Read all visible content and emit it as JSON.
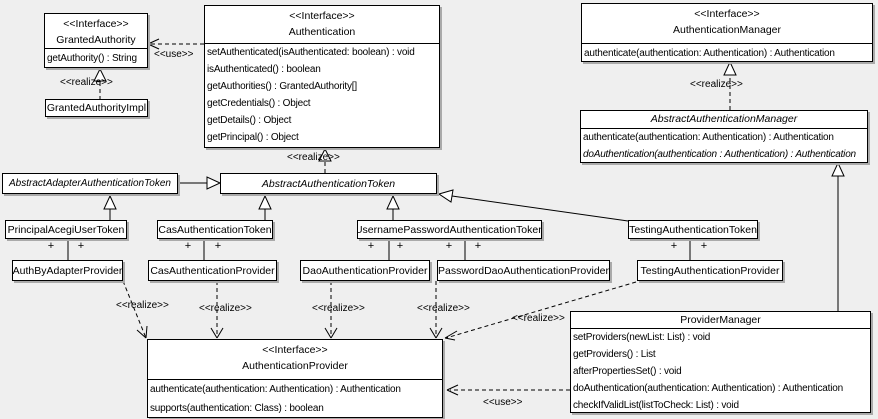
{
  "labels": {
    "realize": "<<realize>>",
    "use": "<<use>>",
    "plus": "+"
  },
  "classes": {
    "grantedAuthority": {
      "stereotype": "<<Interface>>",
      "name": "GrantedAuthority",
      "methods": [
        "getAuthority() : String"
      ]
    },
    "grantedAuthorityImpl": {
      "name": "GrantedAuthorityImpl"
    },
    "authentication": {
      "stereotype": "<<Interface>>",
      "name": "Authentication",
      "methods": [
        "setAuthenticated(isAuthenticated: boolean) : void",
        "isAuthenticated() : boolean",
        "getAuthorities() : GrantedAuthority[]",
        "getCredentials() : Object",
        "getDetails() : Object",
        "getPrincipal() : Object"
      ]
    },
    "authenticationManager": {
      "stereotype": "<<Interface>>",
      "name": "AuthenticationManager",
      "methods": [
        "authenticate(authentication: Authentication) : Authentication"
      ]
    },
    "abstractAuthenticationManager": {
      "name": "AbstractAuthenticationManager",
      "methods": [
        "authenticate(authentication: Authentication) : Authentication",
        "doAuthentication(authentication : Authentication) : Authentication"
      ]
    },
    "abstractAdapterAuthenticationToken": {
      "name": "AbstractAdapterAuthenticationToken"
    },
    "abstractAuthenticationToken": {
      "name": "AbstractAuthenticationToken"
    },
    "principalAcegiUserToken": {
      "name": "PrincipalAcegiUserToken"
    },
    "casAuthenticationToken": {
      "name": "CasAuthenticationToken"
    },
    "usernamePasswordAuthenticationToken": {
      "name": "UsernamePasswordAuthenticationToken"
    },
    "testingAuthenticationToken": {
      "name": "TestingAuthenticationToken"
    },
    "authByAdapterProvider": {
      "name": "AuthByAdapterProvider"
    },
    "casAuthenticationProvider": {
      "name": "CasAuthenticationProvider"
    },
    "daoAuthenticationProvider": {
      "name": "DaoAuthenticationProvider"
    },
    "passwordDaoAuthenticationProvider": {
      "name": "PasswordDaoAuthenticationProvider"
    },
    "testingAuthenticationProvider": {
      "name": "TestingAuthenticationProvider"
    },
    "providerManager": {
      "name": "ProviderManager",
      "methods": [
        "setProviders(newList: List) : void",
        "getProviders() : List",
        "afterPropertiesSet() : void",
        "doAuthentication(authentication: Authentication) : Authentication",
        "checkIfValidList(listToCheck: List) : void"
      ]
    },
    "authenticationProvider": {
      "stereotype": "<<Interface>>",
      "name": "AuthenticationProvider",
      "methods": [
        "authenticate(authentication: Authentication) : Authentication",
        "supports(authentication: Class) : boolean"
      ]
    }
  },
  "colors": {
    "background": "#efefef",
    "box_fill": "#ffffff",
    "line": "#000000",
    "shadow": "#aaaaaa"
  }
}
